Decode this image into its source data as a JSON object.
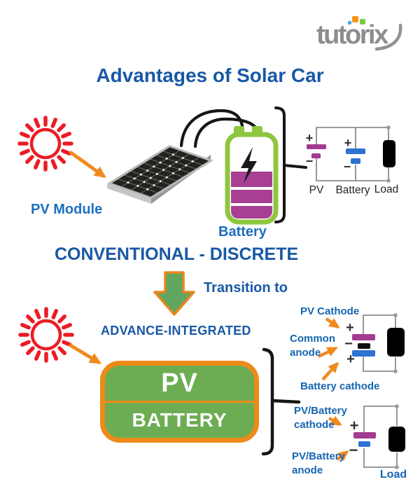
{
  "logo": {
    "text": "tutorix"
  },
  "title": "Advantages of Solar Car",
  "signs": {
    "plus": "+",
    "minus": "−"
  },
  "conventional": {
    "pv_module_label": "PV Module",
    "battery_label": "Battery",
    "heading": "CONVENTIONAL - DISCRETE",
    "circuit": {
      "pv": "PV",
      "battery": "Battery",
      "load": "Load"
    }
  },
  "transition_label": "Transition to",
  "advanced": {
    "heading": "ADVANCE-INTEGRATED",
    "box": {
      "pv": "PV",
      "battery": "BATTERY"
    },
    "integrated_circuit": {
      "pv_cathode": "PV Cathode",
      "common_anode": "Common anode",
      "battery_cathode": "Battery cathode"
    },
    "combined_circuit": {
      "pv_battery_cathode": "PV/Battery cathode",
      "pv_battery_anode": "PV/Battery anode",
      "load": "Load"
    }
  },
  "colors": {
    "heading_blue": "#1858A5",
    "label_blue": "#1B6FBF",
    "small_label_blue": "#1565B0",
    "sun_red": "#EC1C24",
    "arrow_orange": "#F08A1D",
    "box_green": "#6CAD53",
    "box_border_orange": "#EE8A18",
    "battery_green": "#8DC63F",
    "cell_purple": "#A23B8F",
    "cell_blue": "#2E72D2",
    "load_black": "#000000",
    "wire_gray": "#8C8C8C",
    "logo_gray": "#8D8D8D"
  }
}
